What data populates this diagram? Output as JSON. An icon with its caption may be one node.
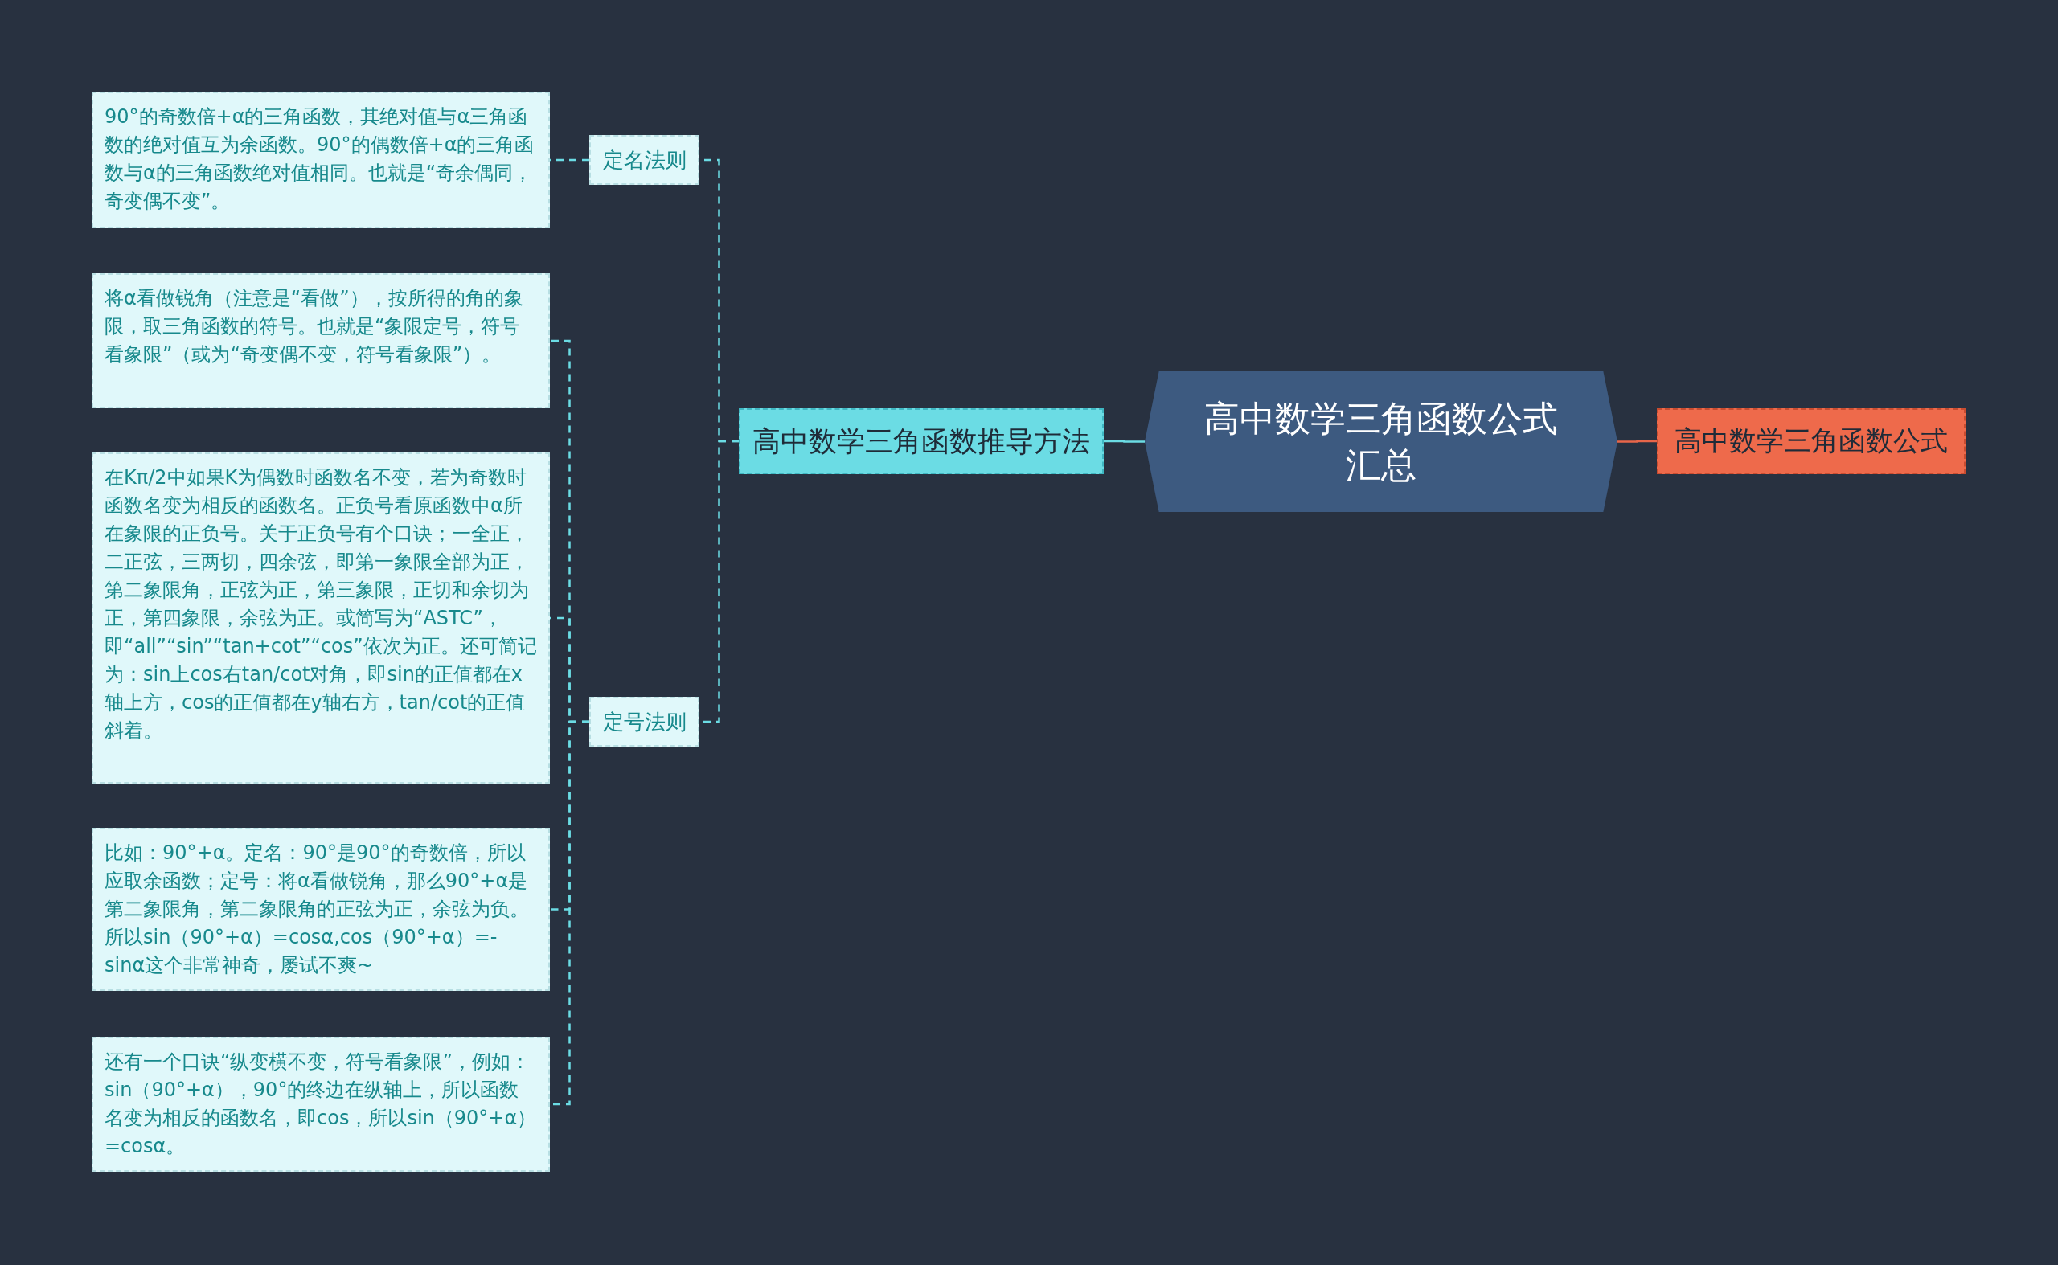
{
  "diagram": {
    "nodes": [
      {
        "text": [
          "高中数学三角函数公式汇总"
        ]
      },
      {
        "text": [
          "高中数学三角函数推导方法"
        ]
      },
      {
        "text": [
          "高中数学三角函数公式"
        ]
      },
      {
        "text": [
          "定名法则"
        ]
      },
      {
        "text": [
          "90°的奇数倍+α的三角函数，其绝对值与α三角函数的绝对值互为余函数。90°的偶数倍+α的三角函数与α的三角函数绝对值相同。也就是“奇余偶同，奇变偶不变”。"
        ]
      },
      {
        "text": [
          "定号法则"
        ]
      },
      {
        "text": [
          "将α看做锐角（注意是“看做”），按所得的角的象限，取三角函数的符号。也就是“象限定号，符号看象限”（或为“奇变偶不变，符号看象限”）。"
        ]
      },
      {
        "text": [
          "在Kπ/2中如果K为偶数时函数名不变，若为奇数时函数名变为相反的函数名。正负号看原函数中α所在象限的正负号。关于正负号有个口诀；一全正，二正弦，三两切，四余弦，即第一象限全部为正，第二象限角，正弦为正，第三象限，正切和余切为正，第四象限，余弦为正。或简写为“ASTC”，即“all”“sin”“tan+cot”“cos”依次为正。还可简记为：sin上cos右tan/cot对角，即sin的正值都在x轴上方，cos的正值都在y轴右方，tan/cot的正值斜着。"
        ]
      },
      {
        "text": [
          "比如：90°+α。定名：90°是90°的奇数倍，所以应取余函数；定号：将α看做锐角，那么90°+α是第二象限角，第二象限角的正弦为正，余弦为负。所以sin（90°+α）=cosα,cos（90°+α）=-sinα这个非常神奇，屡试不爽~"
        ]
      },
      {
        "text": [
          "还有一个口诀“纵变横不变，符号看象限”，例如：sin（90°+α），90°的终边在纵轴上，所以函数名变为相反的函数名，即cos，所以sin（90°+α）=cosα。"
        ]
      }
    ],
    "edges": [
      {
        "from": 0,
        "to": 1,
        "arrow": "none"
      },
      {
        "from": 0,
        "to": 2,
        "arrow": "none",
        "color": "#e8664a"
      },
      {
        "from": 1,
        "to": 3,
        "arrow": "none",
        "style": "dashed"
      },
      {
        "from": 1,
        "to": 5,
        "arrow": "none",
        "style": "dashed"
      },
      {
        "from": 3,
        "to": 4,
        "arrow": "none",
        "style": "dashed"
      },
      {
        "from": 5,
        "to": 6,
        "arrow": "none",
        "style": "dashed"
      },
      {
        "from": 5,
        "to": 7,
        "arrow": "none",
        "style": "dashed"
      },
      {
        "from": 5,
        "to": 8,
        "arrow": "none",
        "style": "dashed"
      },
      {
        "from": 5,
        "to": 9,
        "arrow": "none",
        "style": "dashed"
      }
    ]
  }
}
